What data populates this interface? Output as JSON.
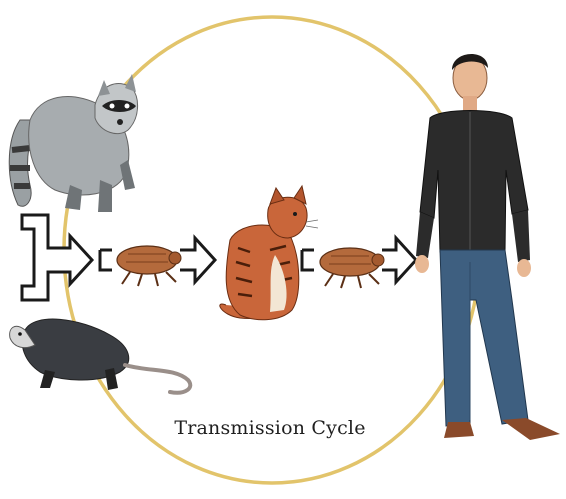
{
  "caption": "Transmission Cycle",
  "colors": {
    "ring": "#e2c46b",
    "arrow_stroke": "#1a1a1a",
    "raccoon_fur": "#9aa0a3",
    "opossum_fur": "#3a3d42",
    "cat_fur": "#c9663a",
    "flea_body": "#b46a3c",
    "shirt": "#2b2b2b",
    "jeans": "#3e5f80",
    "skin": "#e8b894"
  },
  "figures": {
    "raccoon": "raccoon",
    "opossum": "opossum",
    "flea_1": "flea",
    "cat": "cat",
    "flea_2": "flea",
    "person": "human"
  }
}
